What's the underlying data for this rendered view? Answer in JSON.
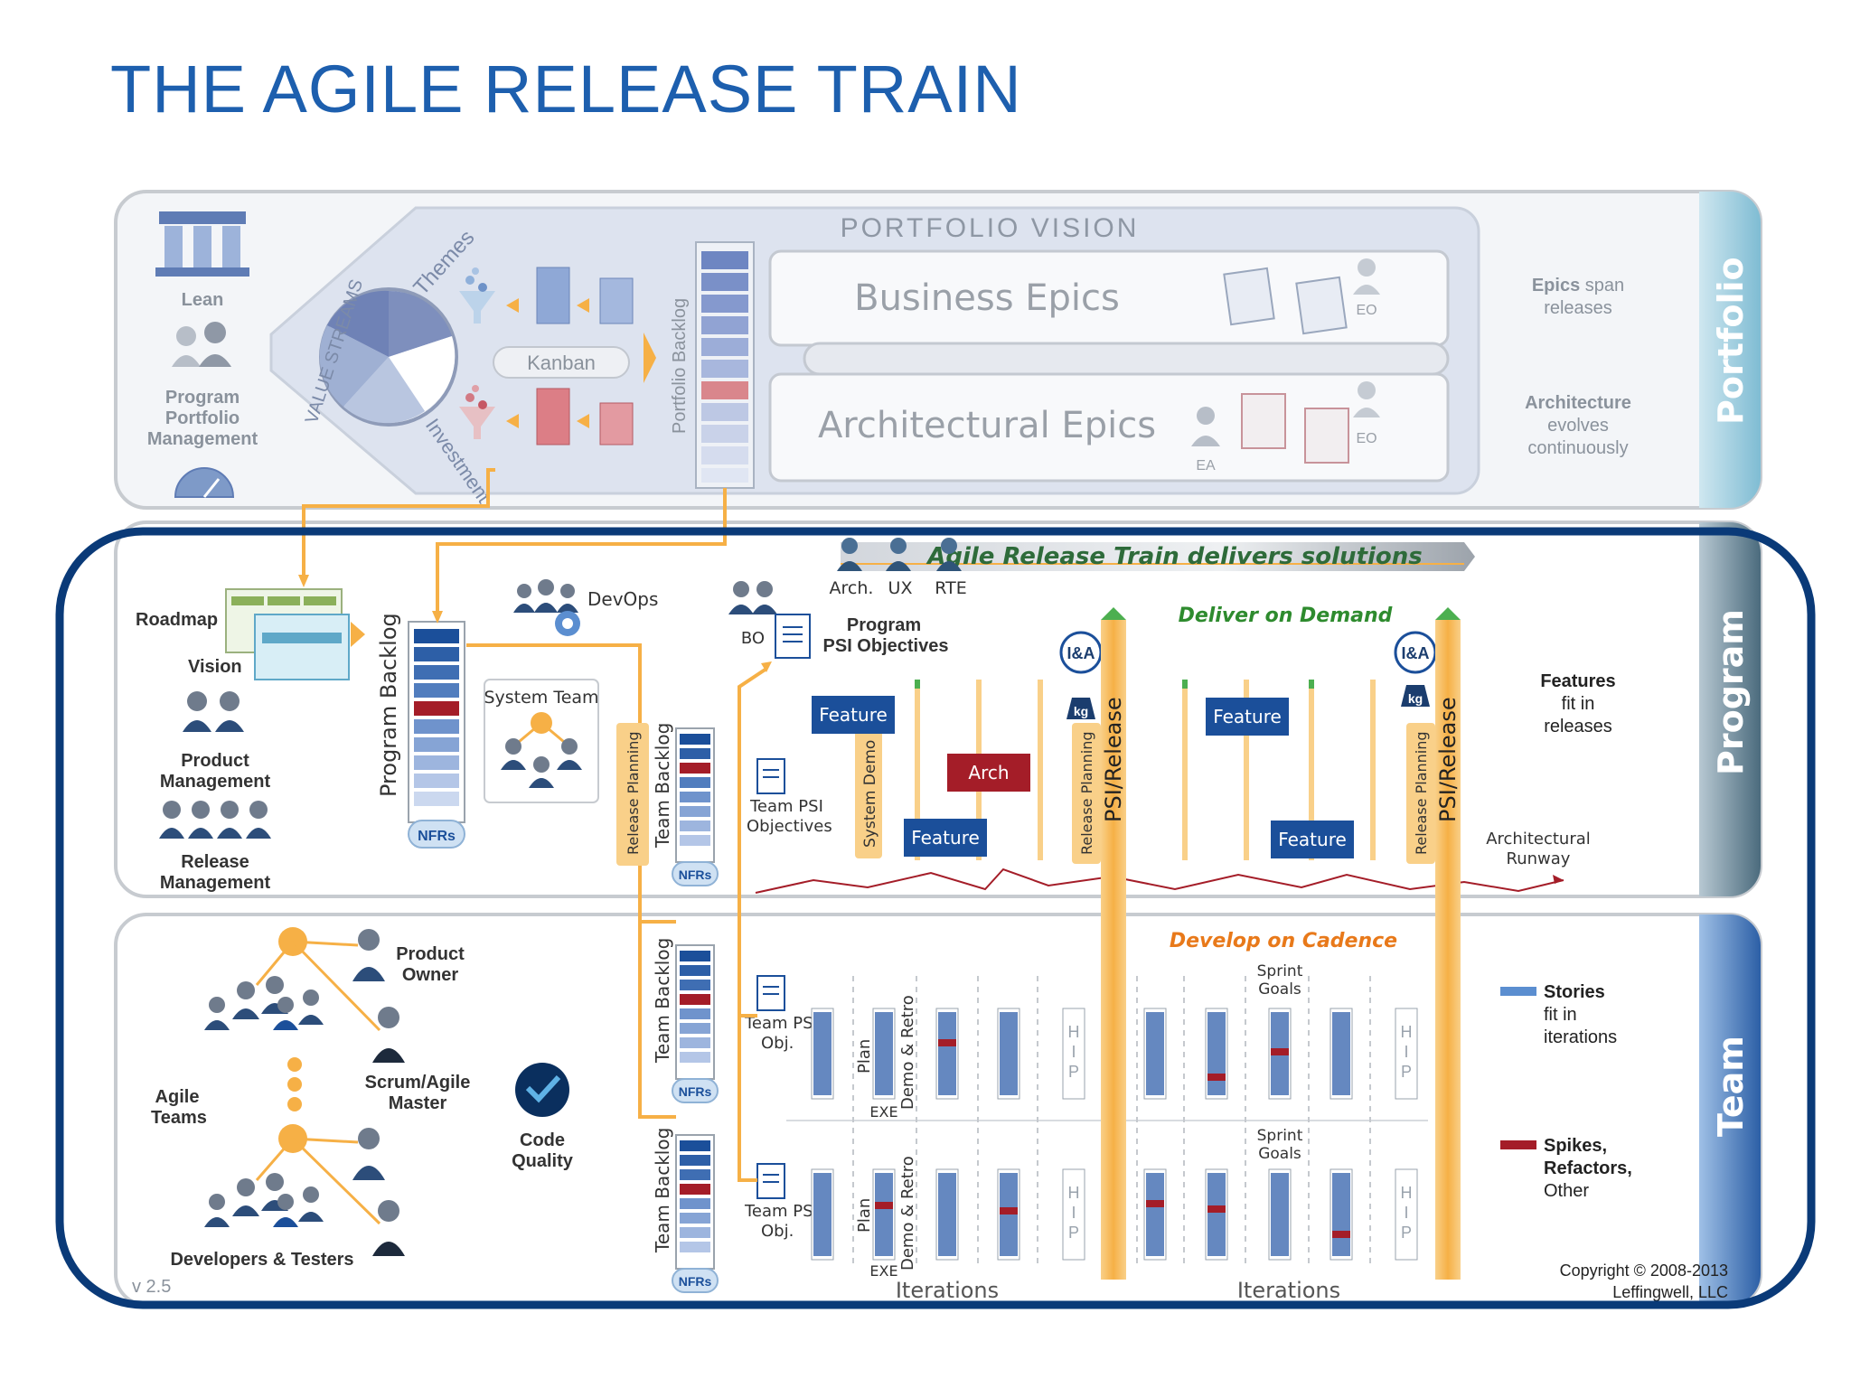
{
  "title": "THE AGILE RELEASE TRAIN",
  "portfolio": {
    "section": "Portfolio",
    "vision": "PORTFOLIO VISION",
    "lean": "Lean",
    "ppm": [
      "Program",
      "Portfolio",
      "Management"
    ],
    "metrics": "Metrics",
    "value_streams": "VALUE STREAMS",
    "themes": "Themes",
    "investment": "Investment",
    "kanban": "Kanban",
    "portfolio_backlog": "Portfolio Backlog",
    "business_epics": "Business Epics",
    "architectural_epics": "Architectural Epics",
    "eo": "EO",
    "ea": "EA",
    "note1_bold": "Epics",
    "note1_rest": "span",
    "note1_line2": "releases",
    "note2_bold": "Architecture",
    "note2_lines": [
      "evolves",
      "continuously"
    ]
  },
  "program": {
    "section": "Program",
    "banner": "Agile Release Train delivers solutions",
    "roles": [
      "Arch.",
      "UX",
      "RTE"
    ],
    "roadmap": "Roadmap",
    "vision": "Vision",
    "product_management": [
      "Product",
      "Management"
    ],
    "release_management": [
      "Release",
      "Management"
    ],
    "program_backlog": "Program Backlog",
    "nfrs": "NFRs",
    "devops": "DevOps",
    "system_team": "System Team",
    "bo": "BO",
    "program_psi": [
      "Program",
      "PSI Objectives"
    ],
    "team_psi": [
      "Team PSI",
      "Objectives"
    ],
    "release_planning": "Release Planning",
    "team_backlog": "Team Backlog",
    "deliver_on_demand": "Deliver on Demand",
    "feature": "Feature",
    "arch": "Arch",
    "system_demo": "System Demo",
    "psi_release": "PSI/Release",
    "ia": "I&A",
    "kg": "kg",
    "runway": [
      "Architectural",
      "Runway"
    ],
    "note_bold": "Features",
    "note_lines": [
      "fit in",
      "releases"
    ]
  },
  "team": {
    "section": "Team",
    "product_owner": [
      "Product",
      "Owner"
    ],
    "scrum_master": [
      "Scrum/Agile",
      "Master"
    ],
    "agile_teams": [
      "Agile",
      "Teams"
    ],
    "developers": "Developers & Testers",
    "code_quality": [
      "Code",
      "Quality"
    ],
    "develop_on_cadence": "Develop on Cadence",
    "team_psi_obj": [
      "Team PSI",
      "Obj."
    ],
    "sprint_goals": [
      "Sprint",
      "Goals"
    ],
    "plan": "Plan",
    "demo_retro": "Demo & Retro",
    "exe": "EXE",
    "hip": [
      "H",
      "I",
      "P"
    ],
    "iterations": "Iterations",
    "stories_bold": "Stories",
    "stories_lines": [
      "fit in",
      "iterations"
    ],
    "spikes_bold": [
      "Spikes,",
      "Refactors,"
    ],
    "spikes_line3": "Other",
    "version": "v 2.5",
    "copyright": [
      "Copyright © 2008-2013",
      "Leffingwell, LLC"
    ]
  },
  "colors": {
    "title_blue": "#1d5fae",
    "navy": "#0a3a78",
    "orange": "#f6b046",
    "feature_blue": "#1b4f9a",
    "arch_red": "#a41d28",
    "green_text": "#2e8b2e",
    "orange_text": "#e8791a"
  }
}
